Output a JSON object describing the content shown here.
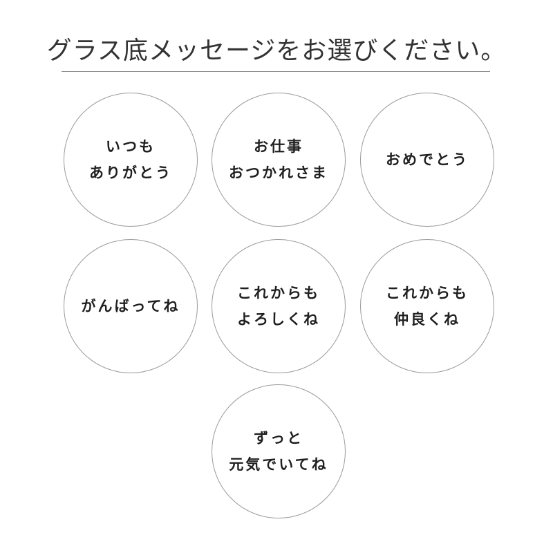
{
  "header": {
    "title": "グラス底メッセージをお選びください。"
  },
  "options": [
    {
      "lines": [
        "いつも",
        "ありがとう"
      ]
    },
    {
      "lines": [
        "お仕事",
        "おつかれさま"
      ]
    },
    {
      "lines": [
        "おめでとう"
      ]
    },
    {
      "lines": [
        "がんばってね"
      ]
    },
    {
      "lines": [
        "これからも",
        "よろしくね"
      ]
    },
    {
      "lines": [
        "これからも",
        "仲良くね"
      ]
    },
    {
      "lines": [
        "ずっと",
        "元気でいてね"
      ]
    }
  ]
}
